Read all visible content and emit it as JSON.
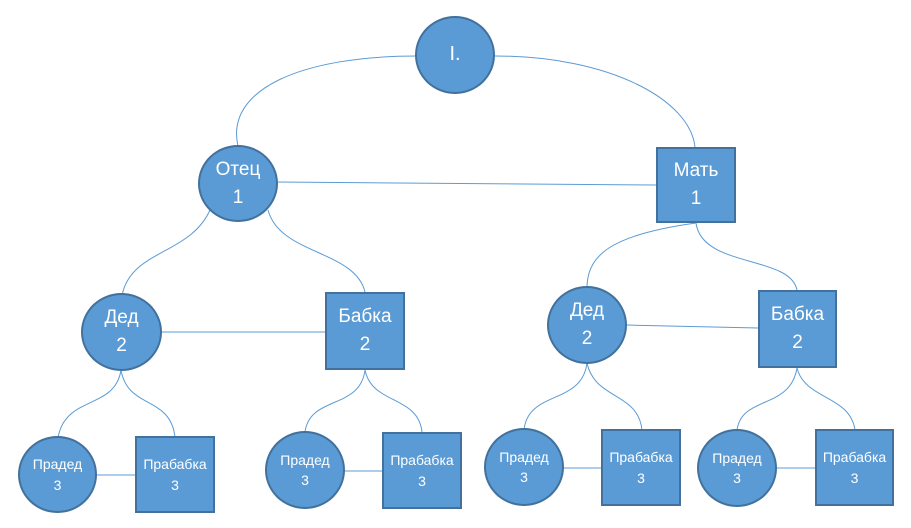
{
  "colors": {
    "node_fill": "#5b9bd5",
    "node_border": "#41719c",
    "connector": "#5b9bd5",
    "text": "#ffffff"
  },
  "root": {
    "label": "I."
  },
  "generation1": {
    "father": {
      "label": "Отец",
      "number": "1",
      "shape": "circle"
    },
    "mother": {
      "label": "Мать",
      "number": "1",
      "shape": "square"
    }
  },
  "generation2": {
    "paternal_grandfather": {
      "label": "Дед",
      "number": "2",
      "shape": "circle"
    },
    "paternal_grandmother": {
      "label": "Бабка",
      "number": "2",
      "shape": "square"
    },
    "maternal_grandfather": {
      "label": "Дед",
      "number": "2",
      "shape": "circle"
    },
    "maternal_grandmother": {
      "label": "Бабка",
      "number": "2",
      "shape": "square"
    }
  },
  "generation3": [
    {
      "label": "Прадед",
      "number": "3",
      "shape": "circle"
    },
    {
      "label": "Прабабка",
      "number": "3",
      "shape": "square"
    },
    {
      "label": "Прадед",
      "number": "3",
      "shape": "circle"
    },
    {
      "label": "Прабабка",
      "number": "3",
      "shape": "square"
    },
    {
      "label": "Прадед",
      "number": "3",
      "shape": "circle"
    },
    {
      "label": "Прабабка",
      "number": "3",
      "shape": "square"
    },
    {
      "label": "Прадед",
      "number": "3",
      "shape": "circle"
    },
    {
      "label": "Прабабка",
      "number": "3",
      "shape": "square"
    }
  ]
}
